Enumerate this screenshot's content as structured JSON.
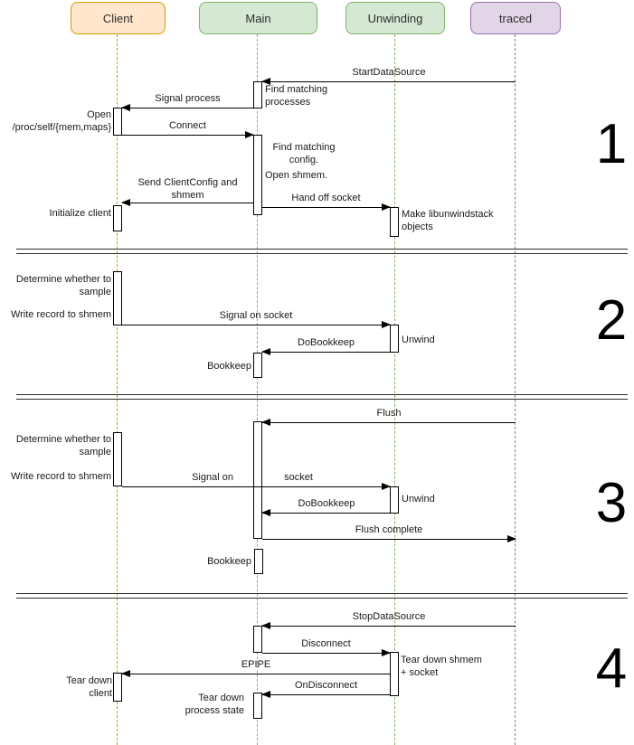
{
  "colors": {
    "client_fill": "#ffe6cc",
    "client_border": "#d79b00",
    "process_fill": "#d5e8d4",
    "process_border": "#82b366",
    "traced_fill": "#e1d5e7",
    "traced_border": "#9673a6",
    "line": "#000000",
    "divider": "#2d2d2d",
    "text": "#1a1a1a"
  },
  "actors": {
    "client": {
      "label": "Client"
    },
    "main": {
      "label": "Main"
    },
    "unwinding": {
      "label": "Unwinding"
    },
    "traced": {
      "label": "traced"
    }
  },
  "sections": {
    "s1": {
      "number": "1",
      "messages": {
        "start_data_source": "StartDataSource",
        "signal_process": "Signal process",
        "connect": "Connect",
        "send_client_config": "Send ClientConfig and\nshmem",
        "hand_off_socket": "Hand off socket"
      },
      "notes": {
        "find_matching_processes": "Find matching\nprocesses",
        "open_proc_self": "Open\n/proc/self/{mem,maps}",
        "find_matching_config": "Find matching\nconfig.",
        "open_shmem": "Open shmem.",
        "initialize_client": "Initialize client",
        "make_libunwindstack": "Make libunwindstack\nobjects"
      }
    },
    "s2": {
      "number": "2",
      "messages": {
        "signal_on_socket": "Signal on socket",
        "do_bookkeep": "DoBookkeep"
      },
      "notes": {
        "determine_sample": "Determine whether to\nsample",
        "write_record": "Write record to shmem",
        "unwind": "Unwind",
        "bookkeep": "Bookkeep"
      }
    },
    "s3": {
      "number": "3",
      "messages": {
        "flush": "Flush",
        "signal_on": "Signal on",
        "socket": "socket",
        "do_bookkeep": "DoBookkeep",
        "flush_complete": "Flush complete"
      },
      "notes": {
        "determine_sample": "Determine whether to\nsample",
        "write_record": "Write record to shmem",
        "unwind": "Unwind",
        "bookkeep": "Bookkeep"
      }
    },
    "s4": {
      "number": "4",
      "messages": {
        "stop_data_source": "StopDataSource",
        "disconnect": "Disconnect",
        "epipe": "EPIPE",
        "on_disconnect": "OnDisconnect"
      },
      "notes": {
        "tear_down_shmem": "Tear down shmem\n+ socket",
        "tear_down_client": "Tear down\nclient",
        "tear_down_process": "Tear down\nprocess state"
      }
    }
  }
}
